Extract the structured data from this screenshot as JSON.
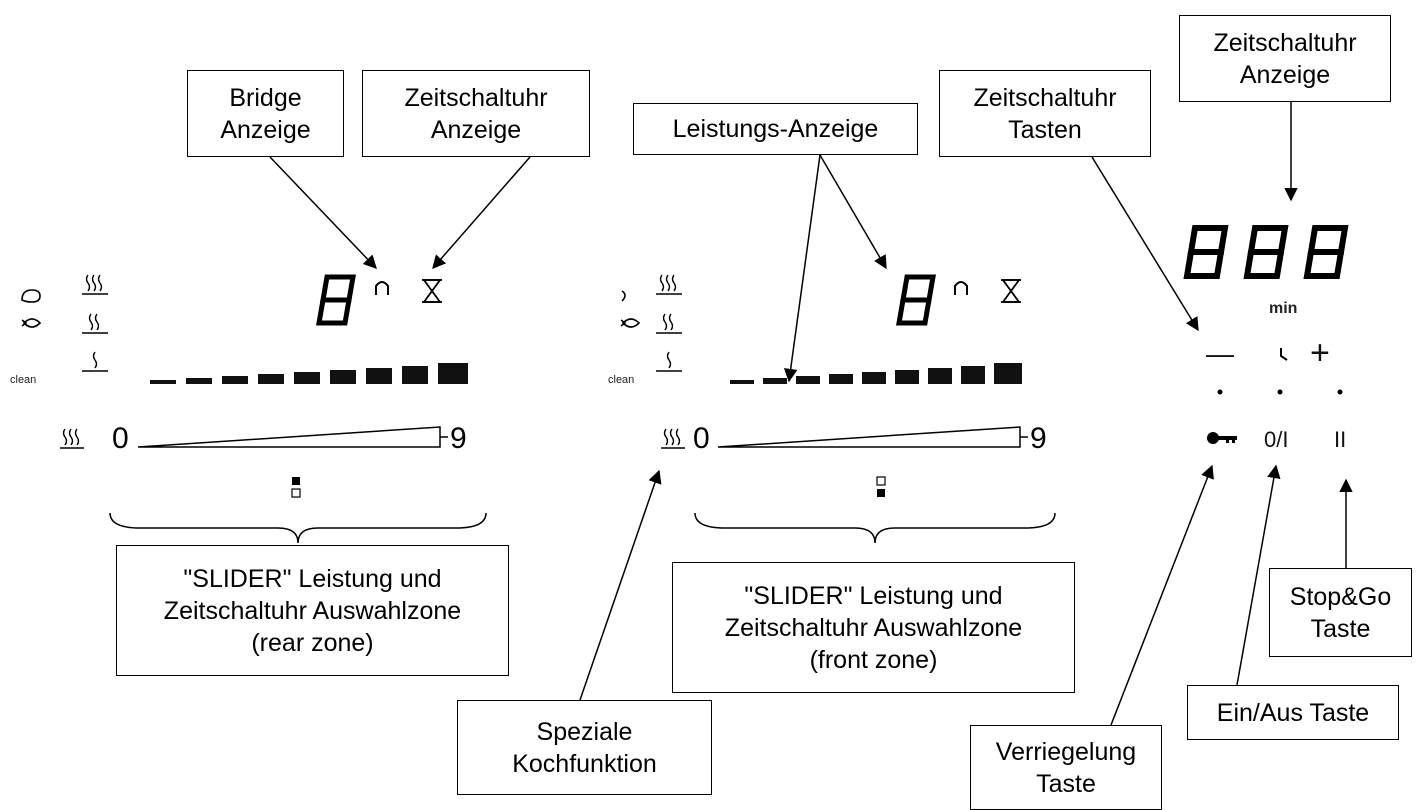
{
  "labels": {
    "bridge": [
      "Bridge",
      "Anzeige"
    ],
    "timer_rear": [
      "Zeitschaltuhr",
      "Anzeige"
    ],
    "power_display": [
      "Leistungs-Anzeige"
    ],
    "timer_keys": [
      "Zeitschaltuhr",
      "Tasten"
    ],
    "timer_display": [
      "Zeitschaltuhr",
      "Anzeige"
    ],
    "slider_rear": [
      "\"SLIDER\" Leistung und",
      "Zeitschaltuhr Auswahlzone",
      "(rear zone)"
    ],
    "slider_front": [
      "\"SLIDER\" Leistung und",
      "Zeitschaltuhr Auswahlzone",
      "(front zone)"
    ],
    "special": [
      "Speziale",
      "Kochfunktion"
    ],
    "lock": [
      "Verriegelung",
      "Taste"
    ],
    "onoff": [
      "Ein/Aus Taste"
    ],
    "stopgo": [
      "Stop&Go",
      "Taste"
    ]
  },
  "panel": {
    "clean_label": "clean",
    "slider_min": "0",
    "slider_max": "9",
    "timer_unit": "min",
    "minus": "—",
    "plus": "+",
    "onoff_key": "0/I",
    "pause_key": "II"
  },
  "icons": [
    "steak-icon",
    "fish-icon",
    "heat-waves-icon",
    "bridge-icon",
    "hourglass-icon",
    "key-icon",
    "clock-icon",
    "seven-segment-digit-icon"
  ]
}
